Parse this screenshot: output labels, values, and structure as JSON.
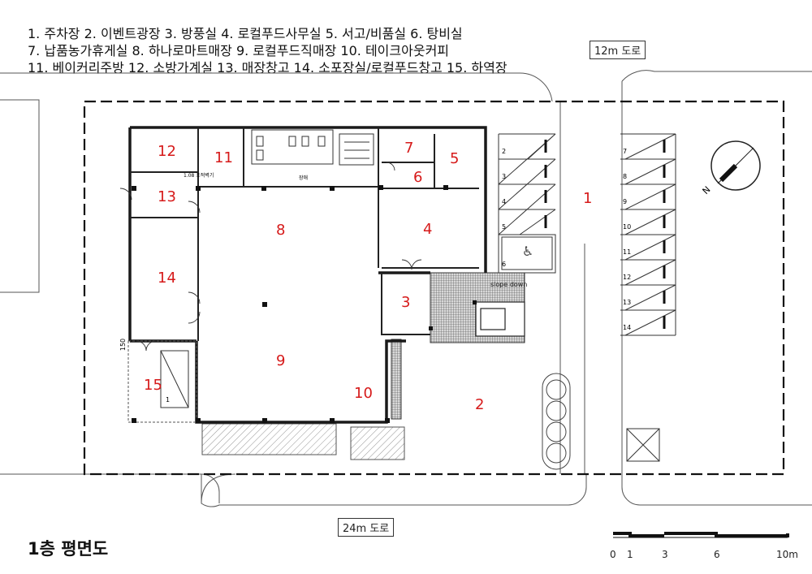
{
  "legend": [
    "1. 주차장  2. 이벤트광장  3. 방풍실  4. 로컬푸드사무실  5. 서고/비품실  6. 탕비실",
    "7. 납품농가휴게실  8. 하나로마트매장  9. 로컬푸드직매장  10. 테이크아웃커피",
    "11. 베이커리주방  12. 소방가계실  13. 매장창고  14. 소포장실/로컬푸드창고  15. 하역장"
  ],
  "roads": {
    "road_12m": "12m 도로",
    "road_24m": "24m 도로"
  },
  "title": "1층 평면도",
  "rooms": [
    {
      "id": "room-1",
      "num": "1"
    },
    {
      "id": "room-2",
      "num": "2"
    },
    {
      "id": "room-3",
      "num": "3"
    },
    {
      "id": "room-4",
      "num": "4"
    },
    {
      "id": "room-5",
      "num": "5"
    },
    {
      "id": "room-6",
      "num": "6"
    },
    {
      "id": "room-7",
      "num": "7"
    },
    {
      "id": "room-8",
      "num": "8"
    },
    {
      "id": "room-9",
      "num": "9"
    },
    {
      "id": "room-10",
      "num": "10"
    },
    {
      "id": "room-11",
      "num": "11"
    },
    {
      "id": "room-12",
      "num": "12"
    },
    {
      "id": "room-13",
      "num": "13"
    },
    {
      "id": "room-14",
      "num": "14"
    },
    {
      "id": "room-15",
      "num": "15"
    }
  ],
  "parking_left": [
    "2",
    "3",
    "4",
    "5",
    "6"
  ],
  "parking_right": [
    "7",
    "8",
    "9",
    "10",
    "11",
    "12",
    "13",
    "14"
  ],
  "annotations": {
    "slope": "slope down",
    "dim_150": "150",
    "label_1": "1",
    "small_note": "1.08 조적벽기",
    "small_note2": "장애"
  },
  "north": "N",
  "scale": {
    "ticks": [
      "0",
      "1",
      "3",
      "6",
      "10m"
    ]
  },
  "colors": {
    "room_number": "#d61a1a",
    "wall": "#1a1a1a",
    "line": "#444444"
  }
}
